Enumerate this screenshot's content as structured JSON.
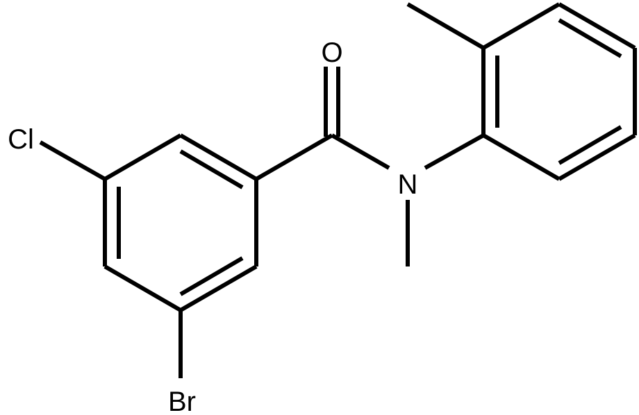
{
  "molecule": {
    "atoms": {
      "oxygen": "O",
      "nitrogen": "N",
      "chlorine": "Cl",
      "bromine": "Br"
    }
  },
  "colors": {
    "bond": "#000000",
    "label": "#000000",
    "background": "#ffffff"
  }
}
